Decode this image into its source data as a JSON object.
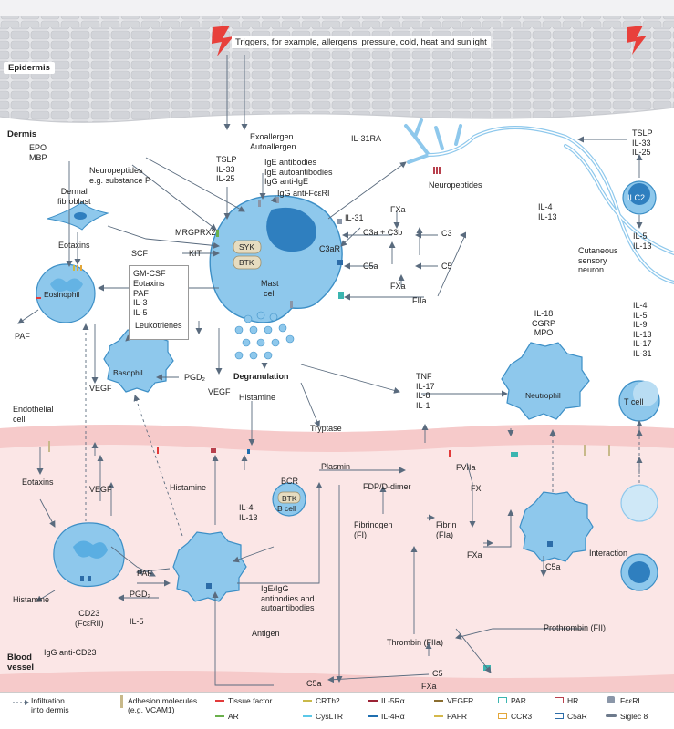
{
  "regions": {
    "epidermis": "Epidermis",
    "dermis": "Dermis",
    "blood_vessel": "Blood\nvessel"
  },
  "trigger_text": "Triggers, for example, allergens, pressure, cold, heat and sunlight",
  "cells": {
    "mast": "Mast\ncell",
    "eosinophil": "Eosinophil",
    "basophil": "Basophil",
    "neutrophil": "Neutrophil",
    "tcell": "T cell",
    "bcell": "B cell",
    "ilc2": "ILC2",
    "fibroblast": "Dermal\nfibroblast",
    "endothelial": "Endothelial\ncell",
    "neuron": "Cutaneous\nsensory\nneuron"
  },
  "mast_kinases": {
    "syk": "SYK",
    "btk": "BTK"
  },
  "bcell_kinase": "BTK",
  "labels": {
    "epo_mbp": "EPO\nMBP",
    "neuropeptides_top": "Neuropeptides\ne.g. substance P",
    "tslp_left": "TSLP\nIL-33\nIL-25",
    "exoallergen": "Exoallergen\nAutoallergen",
    "ige_list": "IgE antibodies\nIgE autoantibodies\nIgG anti-IgE",
    "igg_fceri": "IgG anti-FcεRI",
    "il31ra": "IL-31RA",
    "neuropeptides_right": "Neuropeptides",
    "tslp_right": "TSLP\nIL-33\nIL-25",
    "il4_il13_right": "IL-4\nIL-13",
    "il5_il13_ilc2": "IL-5\nIL-13",
    "eotaxins_top": "Eotaxins",
    "scf": "SCF",
    "kit": "KIT",
    "mrgprx2": "MRGPRX2",
    "il31": "IL-31",
    "c3a_c3b": "C3a + C3b",
    "c3": "C3",
    "c3ar": "C3aR",
    "fxa_1": "FXa",
    "c5a_top": "C5a",
    "c5_top": "C5",
    "fxa_2": "FXa",
    "fiia": "FIIa",
    "cytokines_box": "GM-CSF\nEotaxins\nPAF\nIL-3\nIL-5",
    "paf_left": "PAF",
    "leukotrienes": "Leukotrienes",
    "pgd2_baso": "PGD₂",
    "degranulation": "Degranulation",
    "il18_cgrp": "IL-18\nCGRP\nMPO",
    "tnf_list": "TNF\nIL-17\nIL-8\nIL-1",
    "tcell_cytokines": "IL-4\nIL-5\nIL-9\nIL-13\nIL-17\nIL-31",
    "vegf_eos": "VEGF",
    "vegf_mast": "VEGF",
    "histamine_top": "Histamine",
    "tryptase": "Tryptase",
    "eotaxins_low": "Eotaxins",
    "vegf_low": "VEGF",
    "histamine_mid": "Histamine",
    "il4_il13_low": "IL-4\nIL-13",
    "bcr": "BCR",
    "paf_low": "PAF",
    "pgd2_low": "PGD₂",
    "il5_low": "IL-5",
    "histamine_low": "Histamine",
    "cd23": "CD23\n(FcεRII)",
    "igg_cd23": "IgG anti-CD23",
    "ige_igg_low": "IgE/IgG\nantibodies and\nautoantibodies",
    "antigen": "Antigen",
    "plasmin": "Plasmin",
    "fdp": "FDP/D-dimer",
    "fibrinogen": "Fibrinogen\n(FI)",
    "fibrin": "Fibrin\n(FIa)",
    "fviia": "FVIIa",
    "fx": "FX",
    "fxa_low": "FXa",
    "c5a_right": "C5a",
    "prothrombin": "Prothrombin (FII)",
    "thrombin": "Thrombin (FIIa)",
    "c5": "C5",
    "c5a_bottom": "C5a",
    "fxa_bottom": "FXa",
    "interaction": "Interaction"
  },
  "legend": [
    {
      "key": "infiltration",
      "label": "Infiltration\ninto dermis"
    },
    {
      "key": "adhesion",
      "label": "Adhesion molecules\n(e.g. VCAM1)"
    },
    {
      "key": "tissue_factor",
      "label": "Tissue factor"
    },
    {
      "key": "ar",
      "label": "AR"
    },
    {
      "key": "crth2",
      "label": "CRTh2"
    },
    {
      "key": "cysltr",
      "label": "CysLTR"
    },
    {
      "key": "il5ra",
      "label": "IL-5Rα"
    },
    {
      "key": "il4ra",
      "label": "IL-4Rα"
    },
    {
      "key": "vegfr",
      "label": "VEGFR"
    },
    {
      "key": "pafr",
      "label": "PAFR"
    },
    {
      "key": "par",
      "label": "PAR"
    },
    {
      "key": "ccr3",
      "label": "CCR3"
    },
    {
      "key": "hr",
      "label": "HR"
    },
    {
      "key": "c5ar",
      "label": "C5aR"
    },
    {
      "key": "fceri",
      "label": "FcεRI"
    },
    {
      "key": "siglec8",
      "label": "Siglec 8"
    }
  ],
  "colors": {
    "cell_fill": "#8ec8ec",
    "cell_stroke": "#3d8fc6",
    "nucleus": "#2f7fbf",
    "dermis_bg": "#ffffff",
    "epidermis_bg": "#e9eaec",
    "vessel_bg": "#fbe4e4",
    "vessel_wall": "#f3c4c4",
    "arrow": "#5a6b7e",
    "lightning": "#e8403b",
    "tissue_factor": "#e23a3a",
    "ar": "#6ab04c",
    "crth2": "#c9b94a",
    "cysltr": "#5bc8e8",
    "il5ra": "#9b2335",
    "il4ra": "#1f6fb0",
    "vegfr": "#8a6d2f",
    "pafr": "#d4b84a",
    "par": "#3bb5b0",
    "ccr3": "#e3a73a",
    "hr": "#b8404d",
    "c5ar": "#2c6ca8",
    "fceri": "#8a96a8",
    "siglec8": "#6d7a8c",
    "adhesion": "#c8b98a"
  }
}
